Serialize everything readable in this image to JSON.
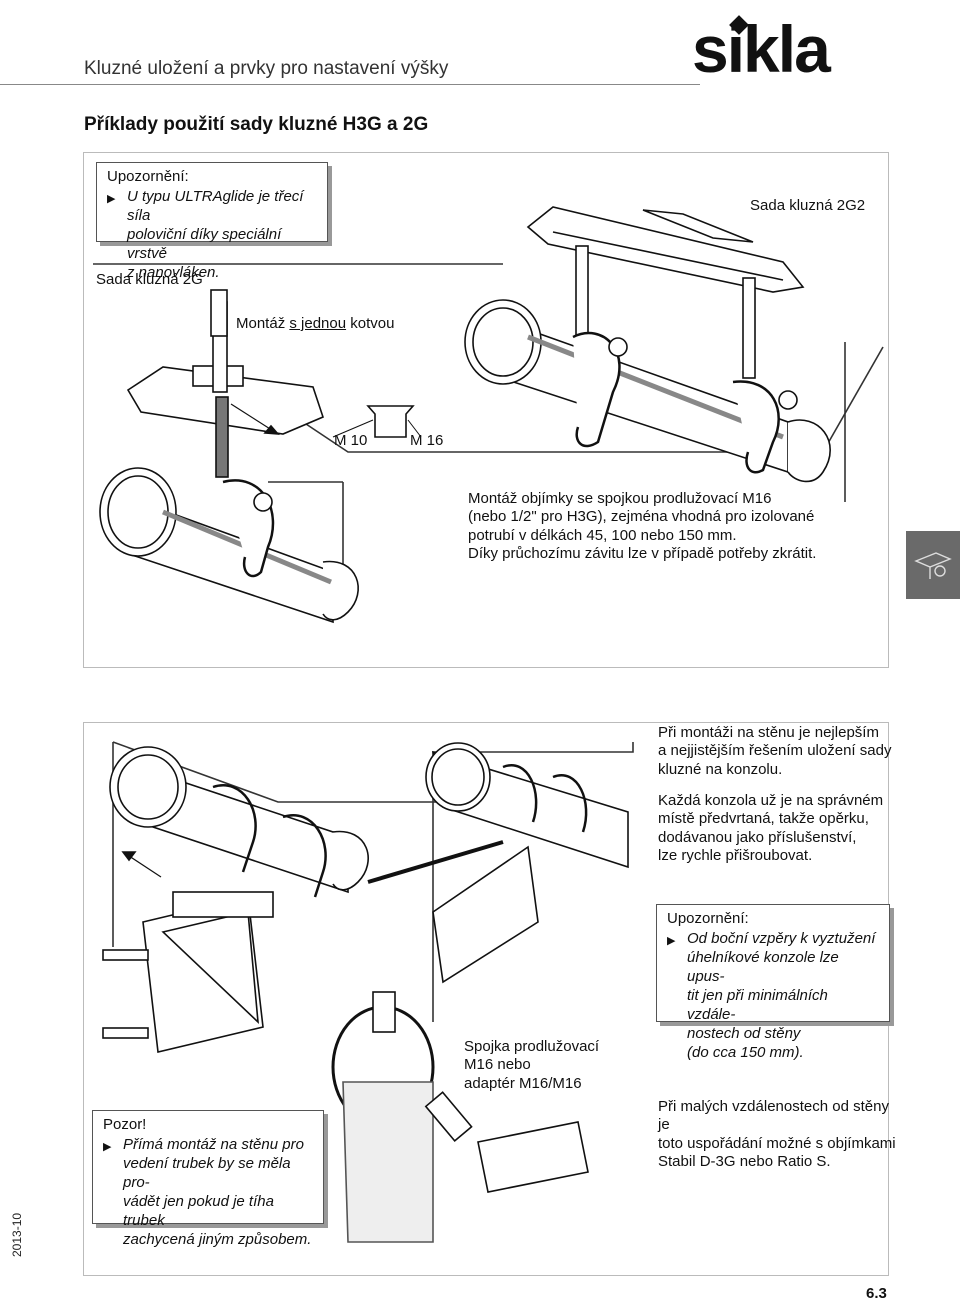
{
  "header": {
    "title": "Kluzné uložení a prvky pro nastavení výšky",
    "logo_text": "sikla"
  },
  "section_title": "Příklady použití sady kluzné H3G a 2G",
  "top_panel": {
    "notice": {
      "heading": "Upozornění:",
      "lines": [
        "U typu ULTRAglide je třecí síla",
        "poloviční díky speciální vrstvě",
        "z nanovláken."
      ]
    },
    "label_2g2": "Sada kluzná 2G2",
    "label_2g": "Sada kluzná 2G",
    "mount_prefix": "Montáž ",
    "mount_underlined": "s jednou",
    "mount_suffix": " kotvou",
    "label_m10": "M 10",
    "label_m16": "M 16",
    "desc_lines": [
      "Montáž objímky se spojkou prodlužovací M16",
      "(nebo 1/2\" pro H3G), zejména vhodná pro izolované",
      "potrubí v délkách 45, 100 nebo 150 mm.",
      "Díky průchozímu závitu lze v případě potřeby zkrátit."
    ]
  },
  "bottom_panel": {
    "wall_text_1": [
      "Při montáži na stěnu je nejlepším",
      "a nejjistějším řešením uložení sady",
      "kluzné na konzolu."
    ],
    "wall_text_2": [
      "Každá konzola už je na správném",
      "místě předvrtaná, takže opěrku,",
      "dodávanou jako příslušenství,",
      "lze rychle přišroubovat."
    ],
    "notice": {
      "heading": "Upozornění:",
      "lines": [
        "Od boční vzpěry k vyztužení",
        "úhelníkové konzole lze upus-",
        "tit jen při minimálních vzdále-",
        "nostech od stěny",
        "(do cca 150 mm)."
      ]
    },
    "coupler_label": [
      "Spojka prodlužovací",
      "M16 nebo",
      "adaptér M16/M16"
    ],
    "warning": {
      "heading": "Pozor!",
      "lines": [
        "Přímá montáž na stěnu pro",
        "vedení trubek by se měla pro-",
        "vádět jen pokud je tíha trubek",
        "zachycená jiným způsobem."
      ]
    },
    "small_distance_text": [
      "Při malých vzdálenostech od stěny je",
      "toto uspořádání možné s objímkami",
      "Stabil D-3G nebo Ratio S."
    ]
  },
  "footer": {
    "year": "2013-10",
    "page": "6.3"
  },
  "colors": {
    "tab": "#6a6a6a",
    "text": "#111111"
  }
}
